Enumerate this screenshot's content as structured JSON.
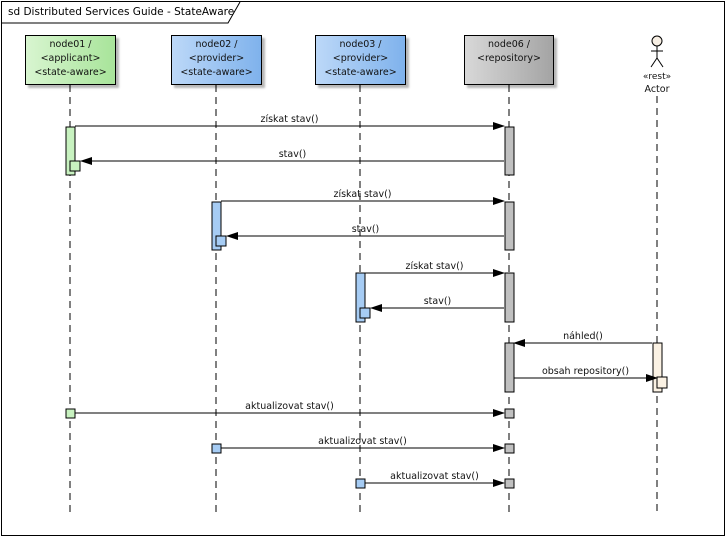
{
  "frame": {
    "title": "sd Distributed Services Guide - StateAware"
  },
  "lifelines": [
    {
      "id": "node01",
      "lines": [
        "node01 /",
        "<applicant>",
        "<state-aware>"
      ],
      "fill_start": "#d8f5d0",
      "fill_end": "#a8e49a",
      "activation_fill": "#c8f2c0"
    },
    {
      "id": "node02",
      "lines": [
        "node02 /",
        "<provider>",
        "<state-aware>"
      ],
      "fill_start": "#bcd8f8",
      "fill_end": "#7fb2ec",
      "activation_fill": "#a6ccf4"
    },
    {
      "id": "node03",
      "lines": [
        "node03 /",
        "<provider>",
        "<state-aware>"
      ],
      "fill_start": "#bcd8f8",
      "fill_end": "#7fb2ec",
      "activation_fill": "#a6ccf4"
    },
    {
      "id": "node06",
      "lines": [
        "node06 /",
        "<repository>"
      ],
      "fill_start": "#d8d8d8",
      "fill_end": "#a4a4a4",
      "activation_fill": "#c0c0c0"
    },
    {
      "id": "actor",
      "stereotype": "«rest»",
      "name": "Actor",
      "activation_fill": "#fbf2e4"
    }
  ],
  "messages": [
    {
      "from": "node01",
      "to": "node06",
      "label": "získat stav()"
    },
    {
      "from": "node06",
      "to": "node01",
      "label": "stav()"
    },
    {
      "from": "node02",
      "to": "node06",
      "label": "získat stav()"
    },
    {
      "from": "node06",
      "to": "node02",
      "label": "stav()"
    },
    {
      "from": "node03",
      "to": "node06",
      "label": "získat stav()"
    },
    {
      "from": "node06",
      "to": "node03",
      "label": "stav()"
    },
    {
      "from": "actor",
      "to": "node06",
      "label": "náhled()"
    },
    {
      "from": "node06",
      "to": "actor",
      "label": "obsah repository()"
    },
    {
      "from": "node01",
      "to": "node06",
      "label": "aktualizovat stav()"
    },
    {
      "from": "node02",
      "to": "node06",
      "label": "aktualizovat stav()"
    },
    {
      "from": "node03",
      "to": "node06",
      "label": "aktualizovat stav()"
    }
  ]
}
